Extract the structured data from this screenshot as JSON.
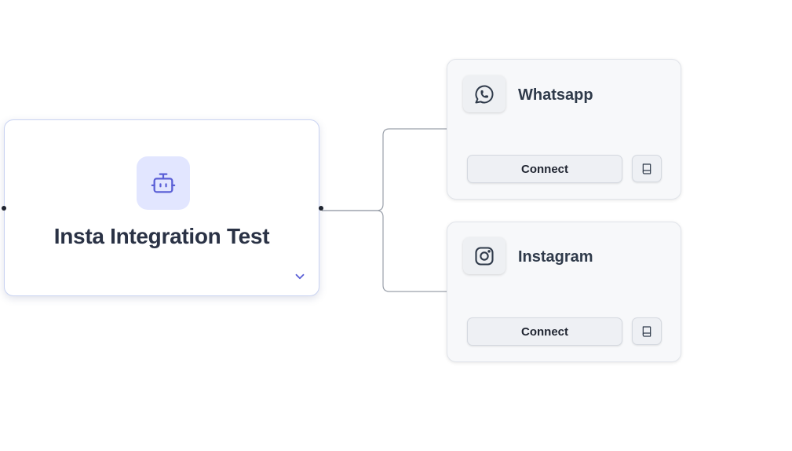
{
  "bot_node": {
    "title": "Insta Integration Test",
    "icon": "bot-icon",
    "expand_icon": "chevron-down-icon"
  },
  "channels": [
    {
      "name": "Whatsapp",
      "icon": "whatsapp-icon",
      "connect_label": "Connect",
      "docs_icon": "book-icon"
    },
    {
      "name": "Instagram",
      "icon": "instagram-icon",
      "connect_label": "Connect",
      "docs_icon": "book-icon"
    }
  ],
  "colors": {
    "accent": "#5a5fd6",
    "bot_icon_bg": "#e2e6ff",
    "title_text": "#2a3245",
    "edge": "#9aa0aa"
  }
}
